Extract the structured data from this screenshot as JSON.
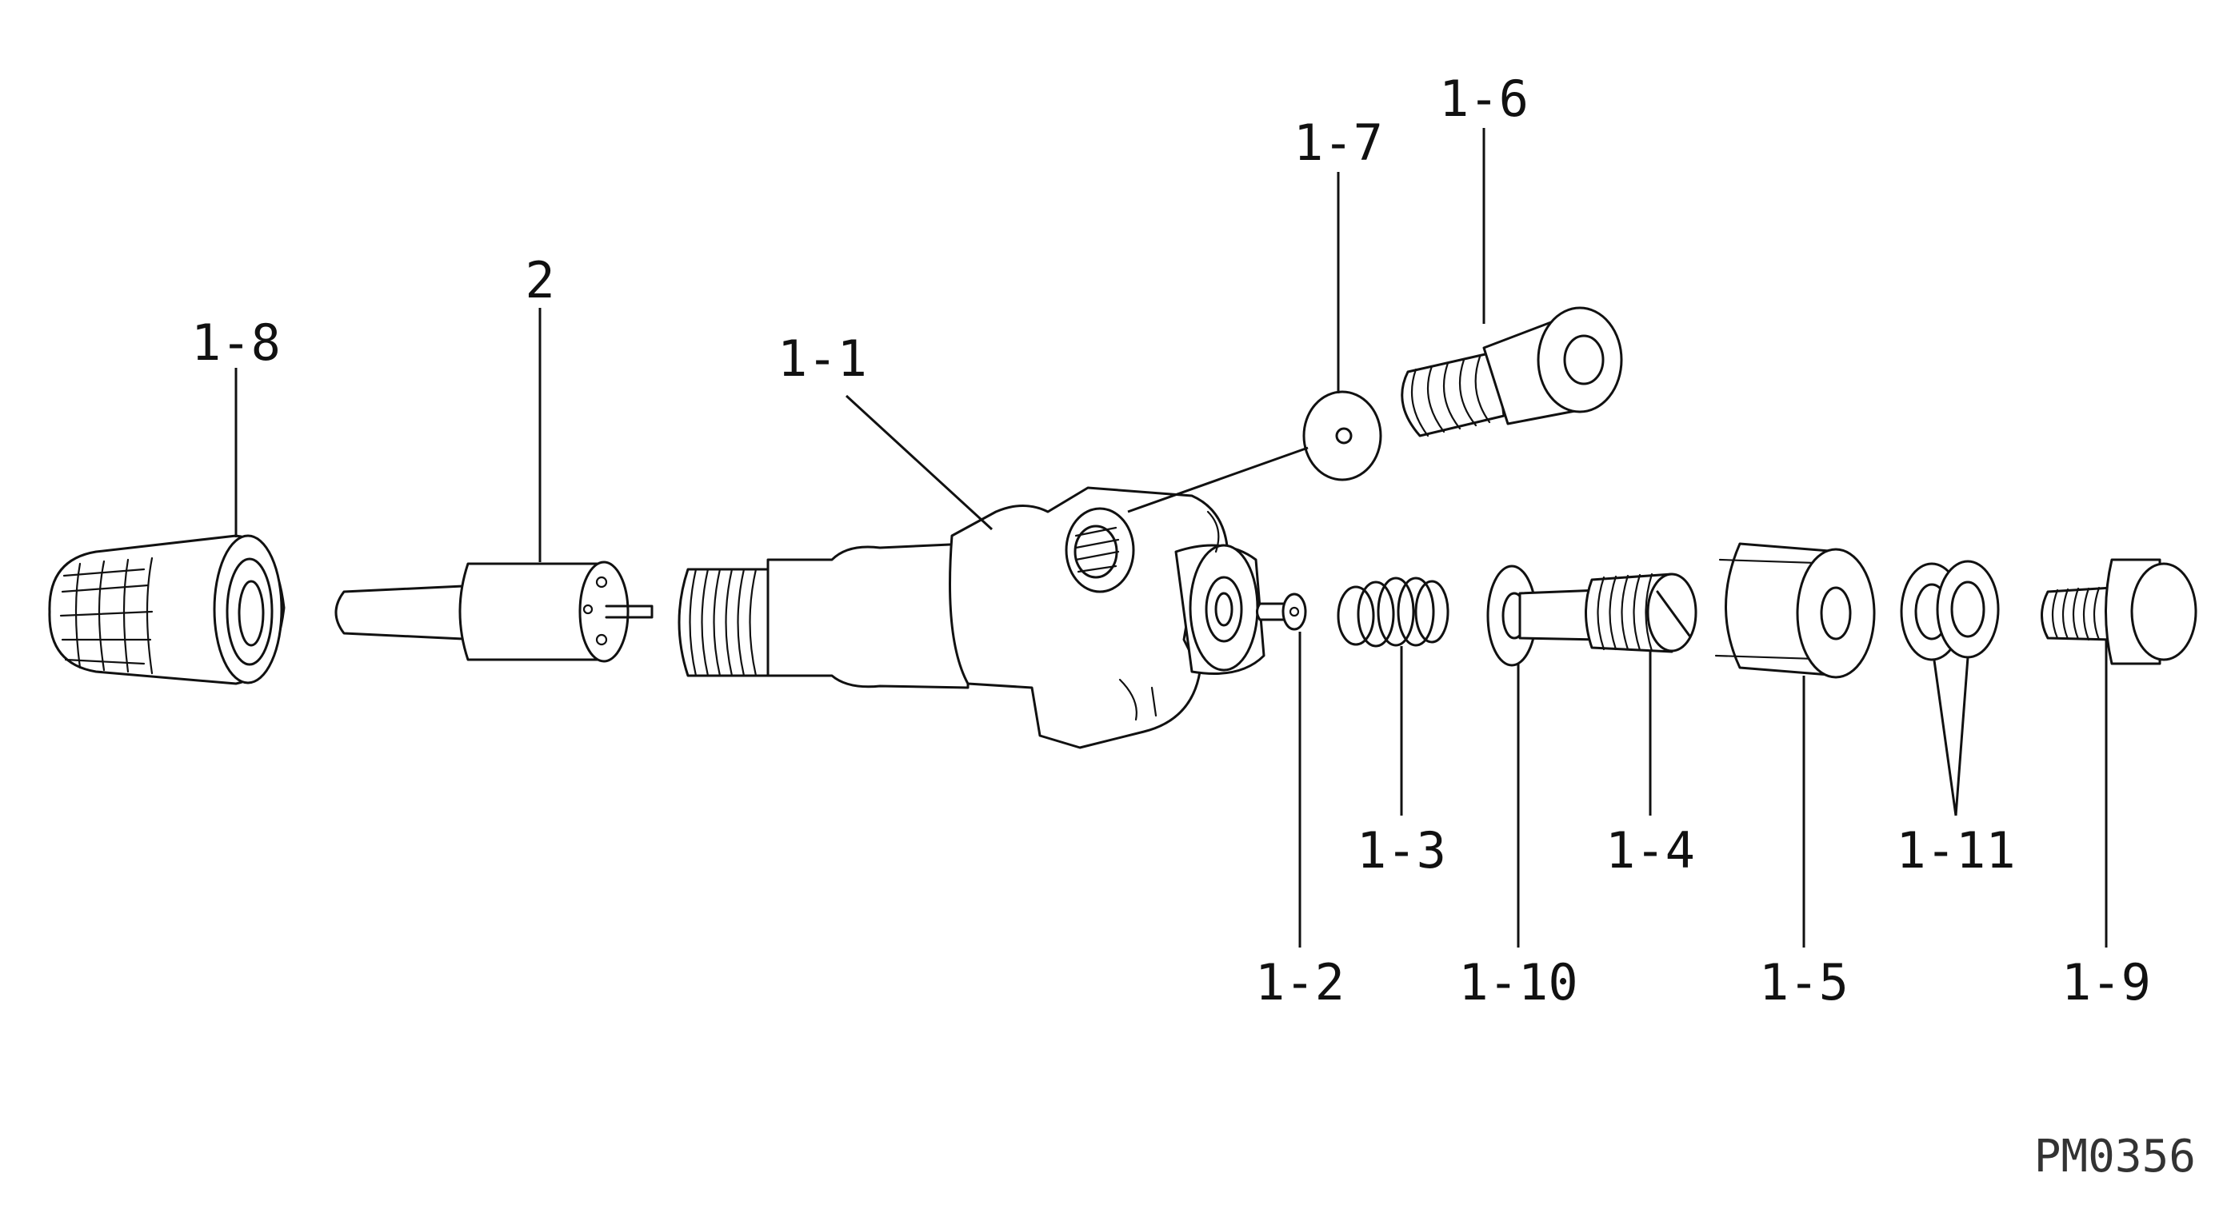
{
  "callouts": {
    "nozzle_holder_body": "1-1",
    "needle_valve": "1-2",
    "pressure_spring": "1-3",
    "adjusting_screw": "1-4",
    "cap_nut": "1-5",
    "inlet_connector": "1-6",
    "inlet_gasket": "1-7",
    "retaining_nut": "1-8",
    "overflow_bolt": "1-9",
    "spring_seat": "1-10",
    "gaskets": "1-11",
    "nozzle": "2"
  },
  "reference_code": "PM0356"
}
